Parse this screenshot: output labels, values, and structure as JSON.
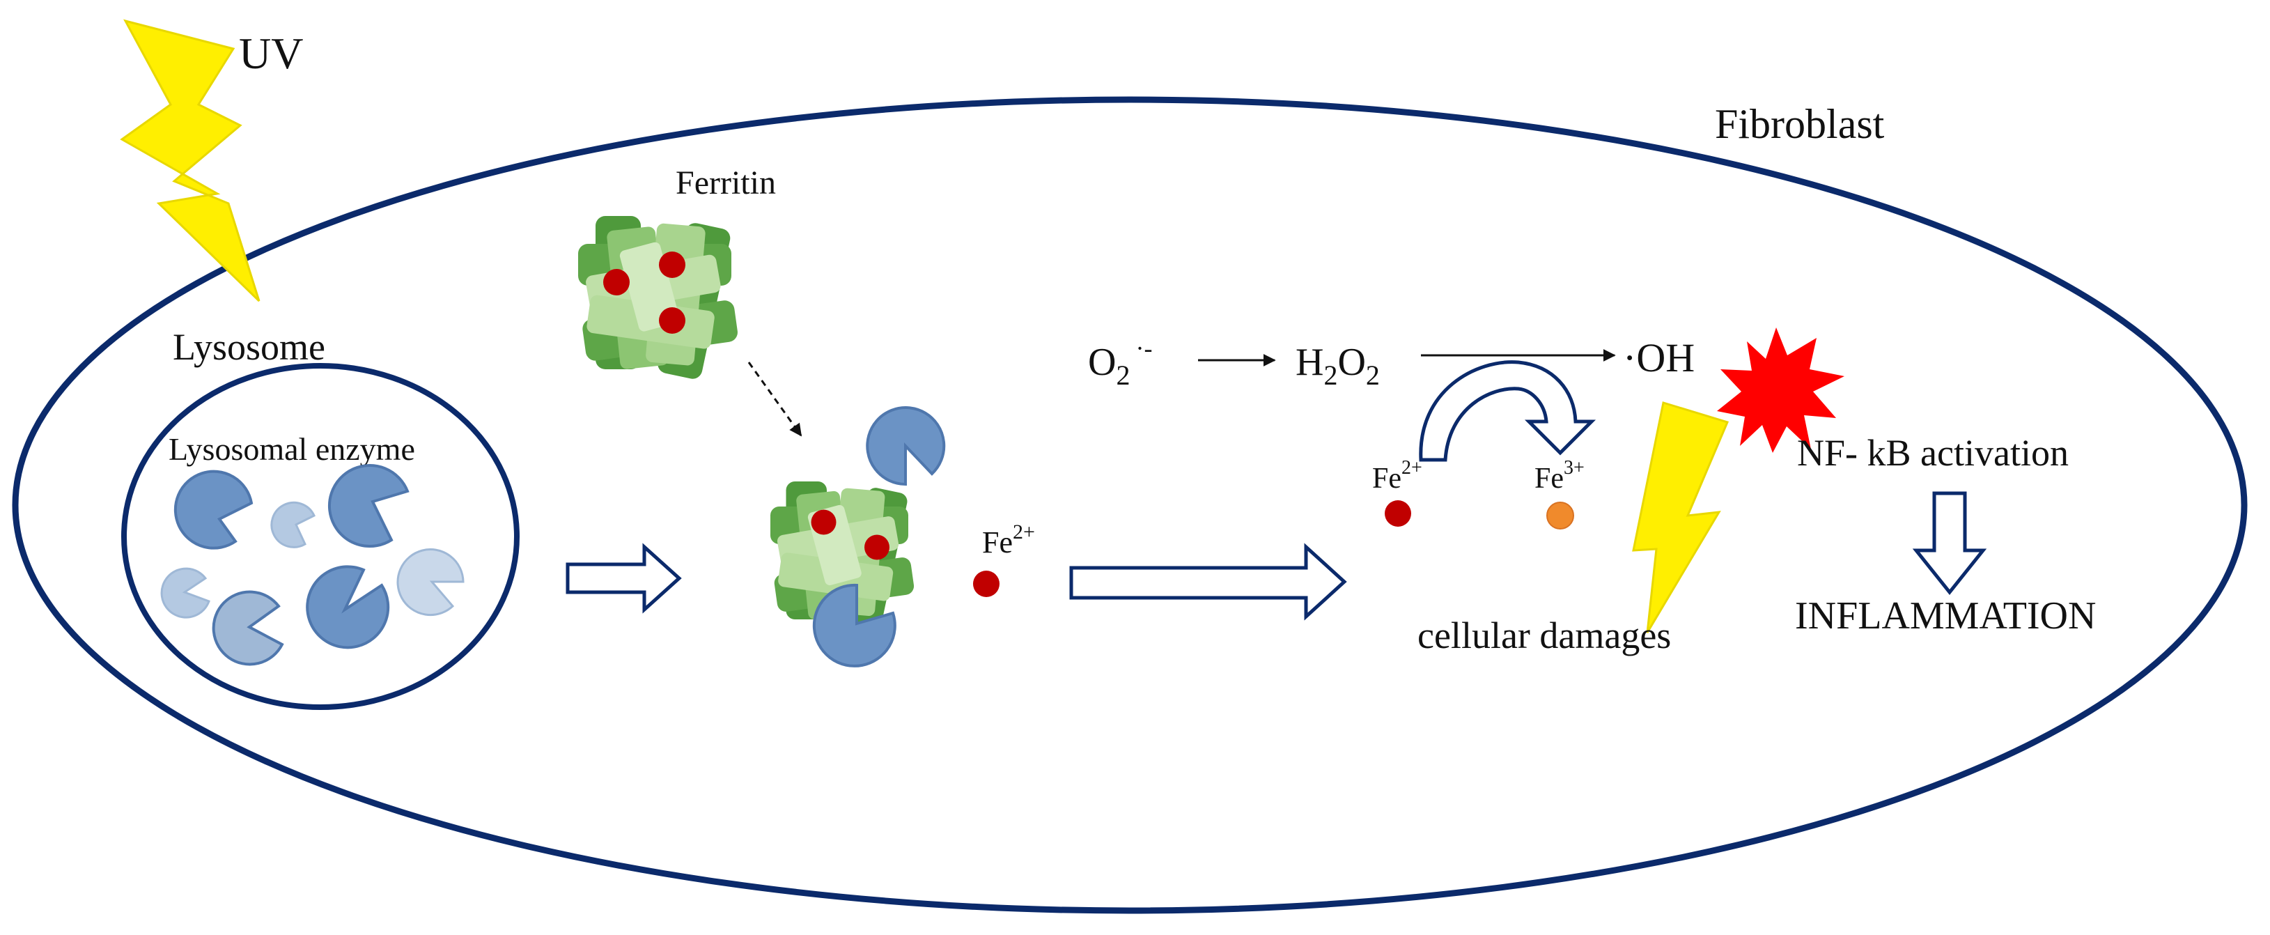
{
  "labels": {
    "uv": "UV",
    "fibroblast": "Fibroblast",
    "lysosome": "Lysosome",
    "lysosomal_enzyme": "Lysosomal enzyme",
    "ferritin": "Ferritin",
    "fe2_released_base": "Fe",
    "fe2_released_sup": "2+",
    "o2_base": "O",
    "o2_sub": "2",
    "o2_sup": "·-",
    "h_base": "H",
    "h_sub": "2",
    "o_base": "O",
    "o_sub": "2",
    "oh": "·OH",
    "fenton_fe2_base": "Fe",
    "fenton_fe2_sup": "2+",
    "fenton_fe3_base": "Fe",
    "fenton_fe3_sup": "3+",
    "nfkb": "NF- kB activation",
    "inflammation": "INFLAMMATION",
    "cellular_damages": "cellular damages"
  },
  "colors": {
    "cell_outline": "#0b2a6b",
    "lightning": "#ffef00",
    "lightning_stroke": "#e8d800",
    "enzyme_dark": "#6b93c5",
    "enzyme_light": "#b4c9e2",
    "enzyme_stroke": "#4f77ad",
    "ferritin_dark": "#4f9a3c",
    "ferritin_mid": "#7dbb63",
    "ferritin_light": "#bfe0a8",
    "iron_fe2": "#c00000",
    "iron_fe3": "#f08a2c",
    "burst": "#ff0000",
    "arrow_outline": "#0b2a6b"
  },
  "icons": [
    "lightning-bolt-icon",
    "pacman-enzyme-icon",
    "ferritin-cage-icon",
    "explosion-burst-icon",
    "hollow-arrow-icon"
  ]
}
